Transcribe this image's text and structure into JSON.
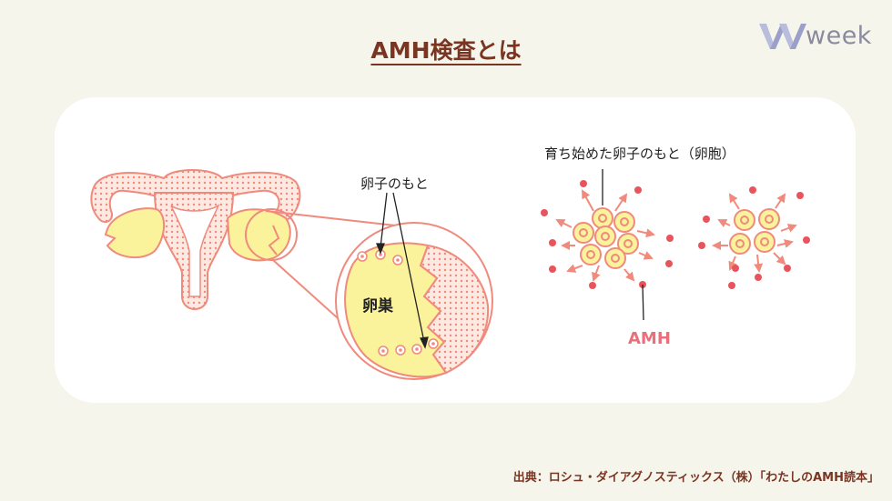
{
  "title": "AMH検査とは",
  "brand": {
    "logo_text": "week",
    "accent": "#9aa0c8"
  },
  "colors": {
    "salmon": "#ef8a7c",
    "yellow": "#fbf29c",
    "amh_dot": "#e8545c",
    "title": "#7a3522"
  },
  "labels": {
    "egg_source": "卵子のもと",
    "ovary": "卵巣",
    "follicle_title": "育ち始めた卵子のもと（卵胞）",
    "amh": "AMH"
  },
  "source": "出典：ロシュ・ダイアグノスティックス（株）「わたしのAMH読本」"
}
